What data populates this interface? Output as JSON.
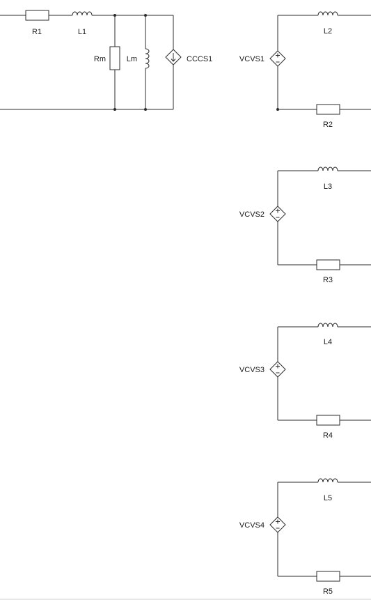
{
  "schematic": {
    "primary": {
      "series_resistor": "R1",
      "series_inductor": "L1",
      "magnetizing_resistor": "Rm",
      "magnetizing_inductor": "Lm",
      "current_source": "CCCS1"
    },
    "secondaries": [
      {
        "source": "VCVS1",
        "inductor": "L2",
        "resistor": "R2"
      },
      {
        "source": "VCVS2",
        "inductor": "L3",
        "resistor": "R3"
      },
      {
        "source": "VCVS3",
        "inductor": "L4",
        "resistor": "R4"
      },
      {
        "source": "VCVS4",
        "inductor": "L5",
        "resistor": "R5"
      }
    ]
  }
}
